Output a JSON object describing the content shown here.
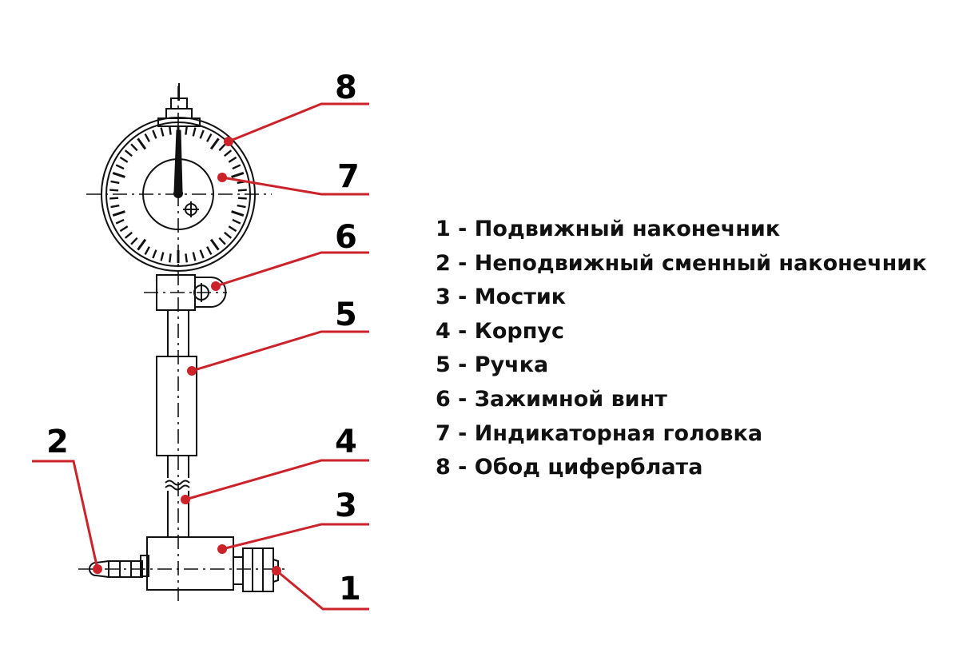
{
  "callouts": [
    {
      "n": "1"
    },
    {
      "n": "2"
    },
    {
      "n": "3"
    },
    {
      "n": "4"
    },
    {
      "n": "5"
    },
    {
      "n": "6"
    },
    {
      "n": "7"
    },
    {
      "n": "8"
    }
  ],
  "legend": [
    {
      "text": "1 - Подвижный наконечник"
    },
    {
      "text": "2 - Неподвижный сменный наконечник"
    },
    {
      "text": "3 - Мостик"
    },
    {
      "text": "4 - Корпус"
    },
    {
      "text": "5 - Ручка"
    },
    {
      "text": "6 - Зажимной винт"
    },
    {
      "text": "7 - Индикаторная головка"
    },
    {
      "text": "8 - Обод циферблата"
    }
  ],
  "colors": {
    "leader": "#cc2229",
    "ink": "#111111",
    "background": "#ffffff"
  }
}
